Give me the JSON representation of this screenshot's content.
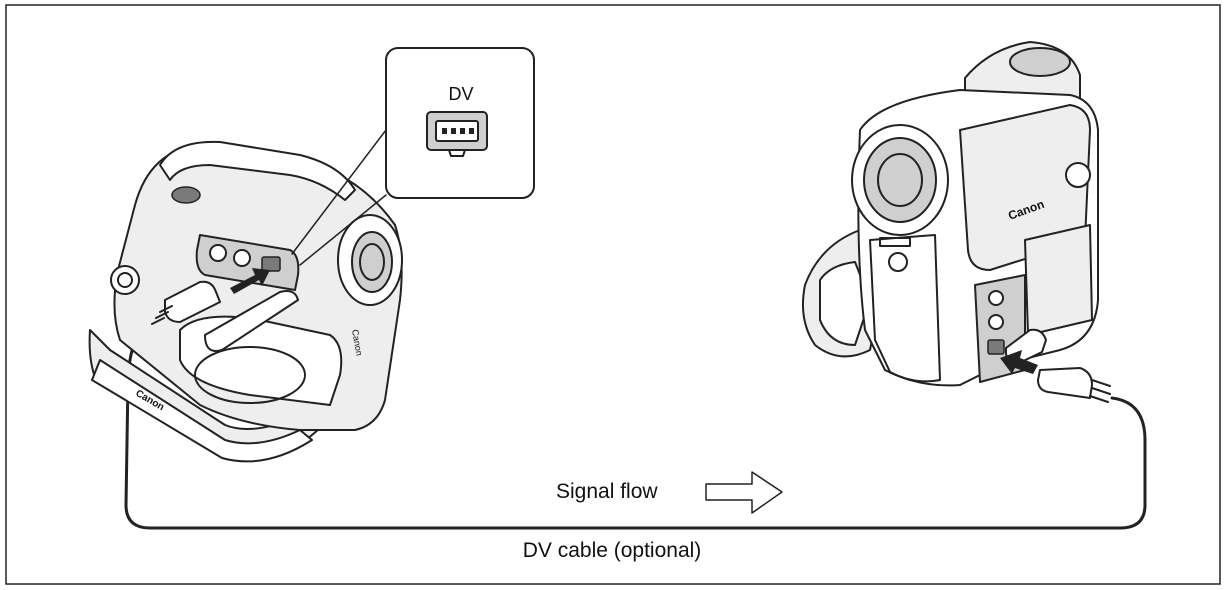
{
  "diagram": {
    "inset_port_label": "DV",
    "signal_flow_label": "Signal flow",
    "cable_label": "DV cable (optional)",
    "left_brand_small": "Canon",
    "left_strap_brand": "Canon",
    "right_brand": "Canon"
  },
  "colors": {
    "line": "#222222",
    "background": "#ffffff",
    "shade_light": "#eeeeee",
    "shade_mid": "#cfcfcf"
  },
  "icons": [
    "camcorder-left-icon",
    "camcorder-right-icon",
    "dv-port-icon",
    "arrow-right-outline-icon",
    "connector-arrow-icon"
  ]
}
